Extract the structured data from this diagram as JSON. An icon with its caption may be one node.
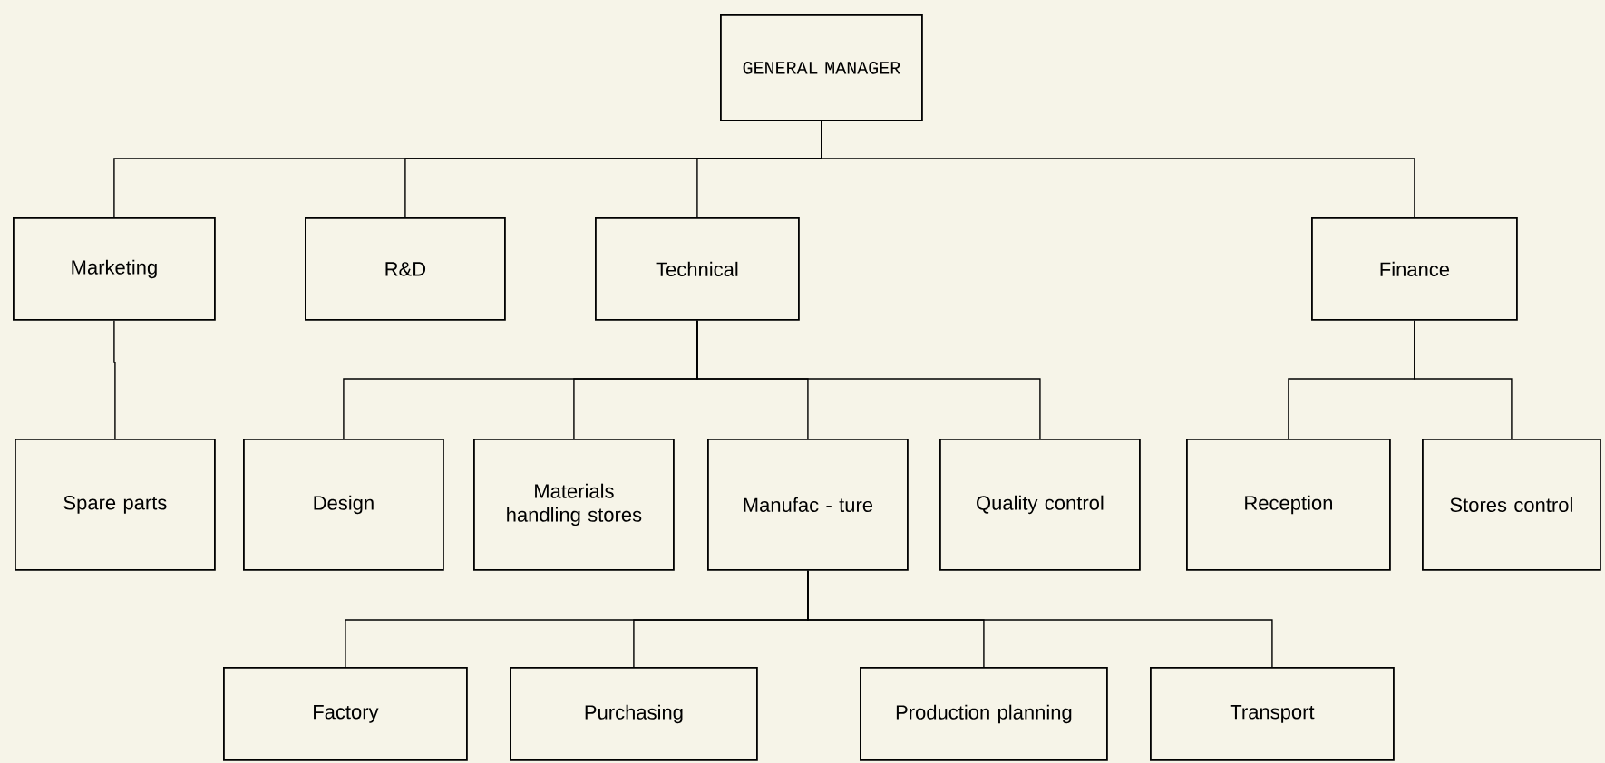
{
  "diagram": {
    "nodes": [
      {
        "text": [
          "GENERAL MANAGER"
        ]
      },
      {
        "text": [
          "Marketing"
        ]
      },
      {
        "text": [
          "R&D"
        ]
      },
      {
        "text": [
          "Technical"
        ]
      },
      {
        "text": [
          "Finance"
        ]
      },
      {
        "text": [
          "Spare parts"
        ]
      },
      {
        "text": [
          "Design"
        ]
      },
      {
        "text": [
          "Materials handling stores"
        ]
      },
      {
        "text": [
          "Manufac - ture"
        ]
      },
      {
        "text": [
          "Quality control"
        ]
      },
      {
        "text": [
          "Reception"
        ]
      },
      {
        "text": [
          "Stores control"
        ]
      },
      {
        "text": [
          "Factory"
        ]
      },
      {
        "text": [
          "Purchasing"
        ]
      },
      {
        "text": [
          "Production planning"
        ]
      },
      {
        "text": [
          "Transport"
        ]
      }
    ],
    "edges": [
      {
        "from": 0,
        "to": 1,
        "arrow": "none"
      },
      {
        "from": 0,
        "to": 2,
        "arrow": "none"
      },
      {
        "from": 0,
        "to": 3,
        "arrow": "none"
      },
      {
        "from": 0,
        "to": 4,
        "arrow": "none"
      },
      {
        "from": 1,
        "to": 5,
        "arrow": "none"
      },
      {
        "from": 3,
        "to": 6,
        "arrow": "none"
      },
      {
        "from": 3,
        "to": 7,
        "arrow": "none"
      },
      {
        "from": 3,
        "to": 8,
        "arrow": "none"
      },
      {
        "from": 3,
        "to": 9,
        "arrow": "none"
      },
      {
        "from": 4,
        "to": 10,
        "arrow": "none"
      },
      {
        "from": 4,
        "to": 11,
        "arrow": "none"
      },
      {
        "from": 8,
        "to": 12,
        "arrow": "none"
      },
      {
        "from": 8,
        "to": 13,
        "arrow": "none"
      },
      {
        "from": 8,
        "to": 14,
        "arrow": "none"
      },
      {
        "from": 8,
        "to": 15,
        "arrow": "none"
      }
    ]
  }
}
